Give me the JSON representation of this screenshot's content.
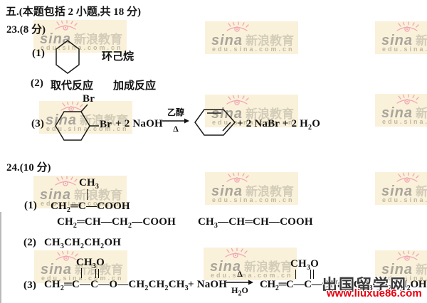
{
  "header": {
    "section_title": "五.(本题包括 2 小题,共 18 分)"
  },
  "watermark": {
    "brand": "sina",
    "brand_cn": "新浪教育",
    "domain": "edu.sina.com.cn",
    "box_color": "#faf1da"
  },
  "footer_watermark": {
    "site": "出国留学网",
    "url": "www.liuxue86.com",
    "url_color": "#e8000f"
  },
  "q23": {
    "title": "23.(8 分)",
    "p1": {
      "num": "(1)",
      "structure": "cyclohexane-ring",
      "answer": "环己烷"
    },
    "p2": {
      "num": "(2)",
      "answer1": "取代反应",
      "answer2": "加成反应"
    },
    "p3": {
      "num": "(3)",
      "structure": "1,2-dibromocyclohexane-ring",
      "br_top": "Br",
      "br_right": "Br",
      "reagent": "+ 2 NaOH",
      "arrow_top": "乙醇",
      "arrow_bottom": "Δ",
      "product_structure": "cyclohexadiene-ring",
      "products": "+ 2 NaBr + 2 H_2O"
    }
  },
  "q24": {
    "title": "24.(10 分)",
    "p1": {
      "num": "(1)",
      "methyl_top": "CH_3",
      "formula1": "CH_2═C—COOH",
      "formula2": "CH_2═CH—CH_2—COOH",
      "formula3": "CH_3—CH═CH—COOH"
    },
    "p2": {
      "num": "(2)",
      "formula": "CH_3CH_2CH_2OH"
    },
    "p3": {
      "num": "(3)",
      "ester_top": "CH_3O",
      "ester": "CH_2═C—C—O—CH_2CH_2CH_3",
      "reagent": "+ NaOH",
      "arrow_top": "Δ",
      "arrow_bottom": "H_2O",
      "product_top": "CH_3O",
      "product": "CH_2═C—C—ONa + CH_3CH_2CH_2OH"
    }
  }
}
